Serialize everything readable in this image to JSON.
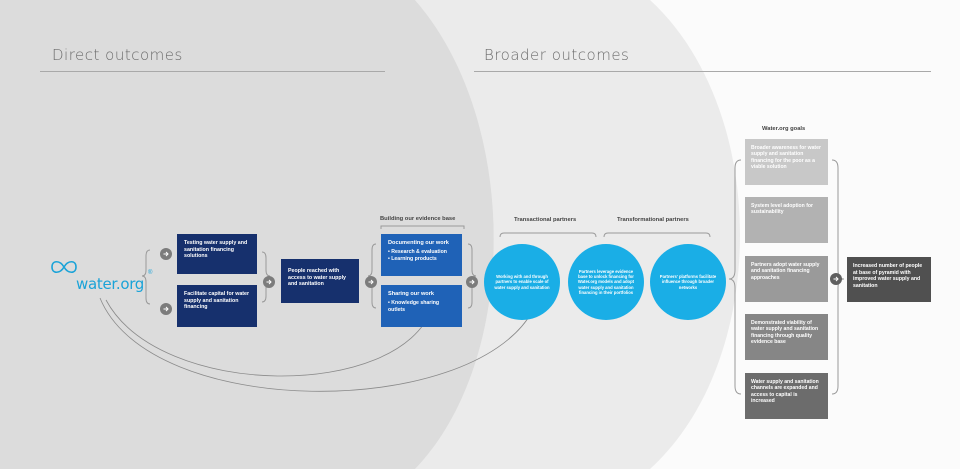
{
  "headings": {
    "direct": "Direct outcomes",
    "broader": "Broader outcomes"
  },
  "logo": {
    "text": "water.org",
    "reg": "®",
    "icon": "infinity-loop-icon"
  },
  "activities": [
    {
      "text": "Testing water supply and sanitation financing solutions"
    },
    {
      "text": "Facilitate capital for water supply and sanitation financing"
    }
  ],
  "people_reached": "People reached with access to water supply and sanitation",
  "evidence": {
    "label": "Building our evidence base",
    "documenting": {
      "title": "Documenting our work",
      "bullets": [
        "• Research & evaluation",
        "• Learning products"
      ]
    },
    "sharing": {
      "title": "Sharing our work",
      "bullets": [
        "• Knowledge sharing",
        "  outlets"
      ]
    }
  },
  "partners": {
    "transactional_label": "Transactional partners",
    "transformational_label": "Transformational partners",
    "circles": [
      "Working with and through partners to enable scale of water supply and sanitation",
      "Partners leverage evidence base to unlock financing for Water.org models and adopt water supply and sanitation financing in their portfolios",
      "Partners' platforms facilitate influence through broader networks"
    ]
  },
  "goals": {
    "label": "Water.org goals",
    "items": [
      "Broader awareness for water supply and sanitation financing for the poor as a viable solution",
      "System level adoption for sustainability",
      "Partners adopt water supply and sanitation financing approaches",
      "Demonstrated viability of water supply and sanitation financing through quality evidence base",
      "Water supply and sanitation channels are expanded and access to capital is increased"
    ],
    "colors": [
      "#c8c8c8",
      "#b0b0b0",
      "#9a9a9a",
      "#858585",
      "#6c6c6c"
    ]
  },
  "result": "Increased number of people at base of pyramid with improved water supply and sanitation",
  "colors": {
    "navy": "#16306d",
    "blue": "#1f62b7",
    "cyan": "#1aaee6",
    "bg_dark": "#d9d9d9",
    "bg_mid": "#e9e9e9",
    "bg_light": "#f5f5f5"
  },
  "icons": {
    "arrow": "arrow-right-icon",
    "brace": "curly-brace-icon",
    "arc": "curved-feedback-line"
  }
}
